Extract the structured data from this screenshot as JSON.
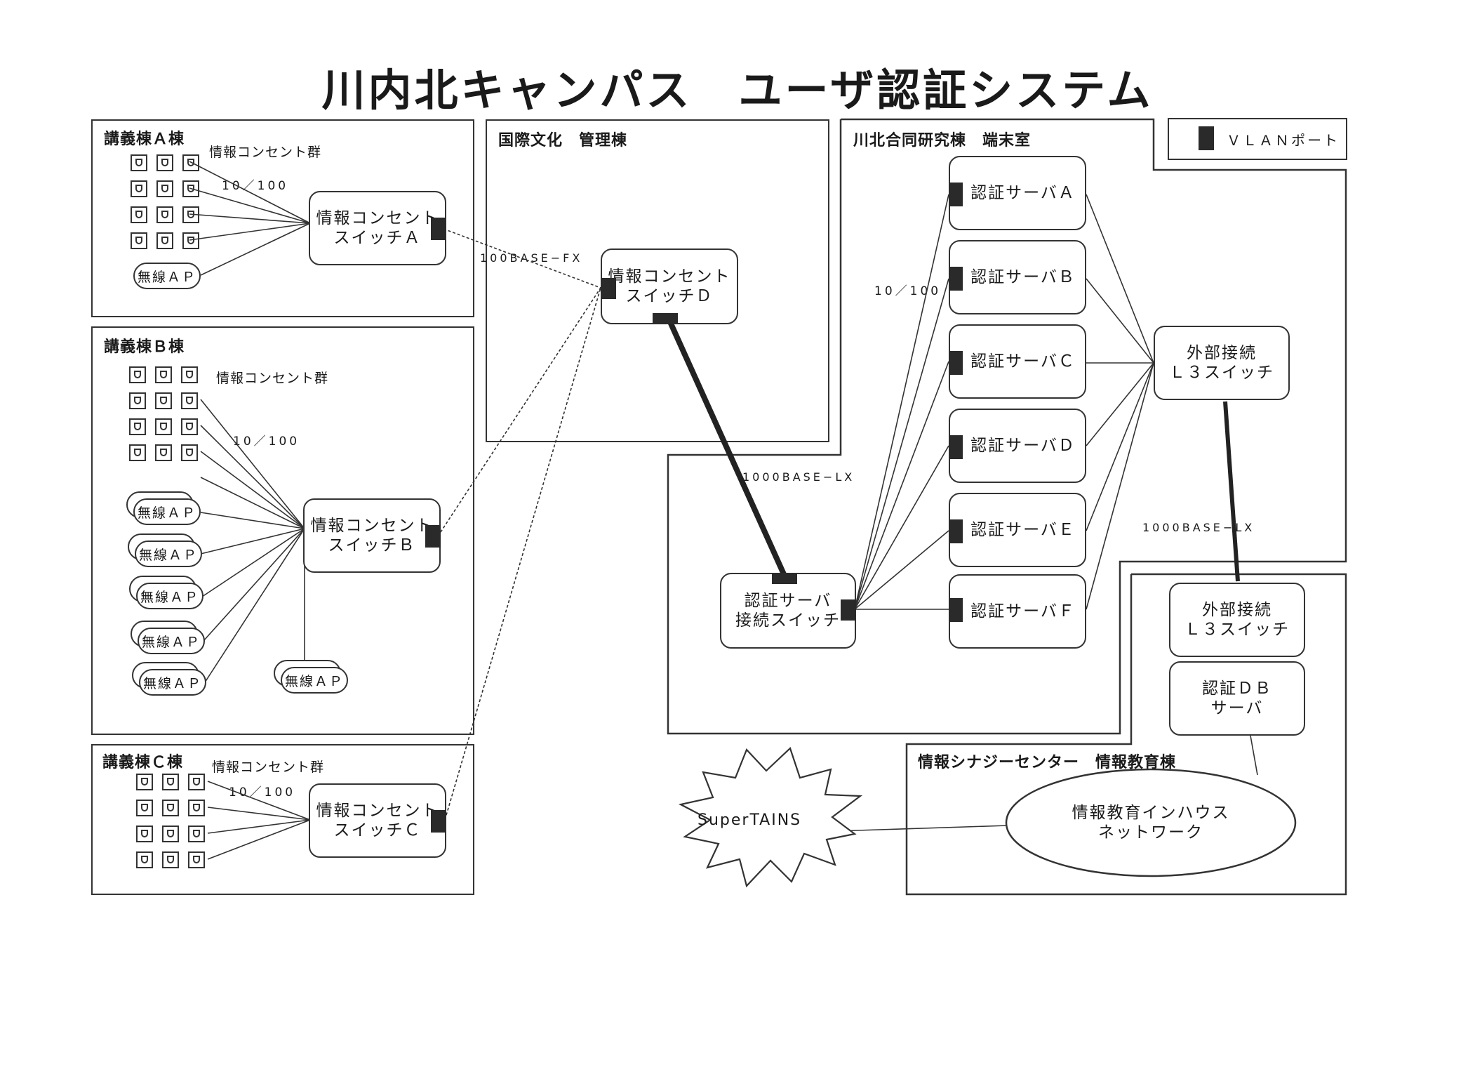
{
  "title": "川内北キャンパス　ユーザ認証システム",
  "legend": {
    "label": "ＶＬＡＮポート"
  },
  "areas": {
    "lecture_a": "講義棟Ａ棟",
    "lecture_b": "講義棟Ｂ棟",
    "lecture_c": "講義棟Ｃ棟",
    "kokusai": "国際文化　管理棟",
    "kawakita": "川北合同研究棟　端末室",
    "synergy": "情報シナジーセンター　情報教育棟"
  },
  "labels": {
    "outlet_group_a": "情報コンセント群",
    "outlet_group_b": "情報コンセント群",
    "outlet_group_c": "情報コンセント群",
    "speed_a": "10／100",
    "speed_b": "10／100",
    "speed_c": "10／100",
    "speed_servers": "10／100",
    "link_fx": "100BASE−FX",
    "link_lx1": "1000BASE−LX",
    "link_lx2": "1000BASE−LX"
  },
  "nodes": {
    "switch_a": "情報コンセント\nスイッチＡ",
    "switch_b": "情報コンセント\nスイッチＢ",
    "switch_c": "情報コンセント\nスイッチＣ",
    "switch_d": "情報コンセント\nスイッチＤ",
    "auth_switch": "認証サーバ\n接続スイッチ",
    "server_a": "認証サーバＡ",
    "server_b": "認証サーバＢ",
    "server_c": "認証サーバＣ",
    "server_d": "認証サーバＤ",
    "server_e": "認証サーバＥ",
    "server_f": "認証サーバＦ",
    "l3_upper": "外部接続\nＬ３スイッチ",
    "l3_lower": "外部接続\nＬ３スイッチ",
    "auth_db": "認証ＤＢ\nサーバ",
    "inhouse": "情報教育インハウス\nネットワーク",
    "supertains": "SuperTAINS"
  },
  "ap_label": "無線ＡＰ"
}
